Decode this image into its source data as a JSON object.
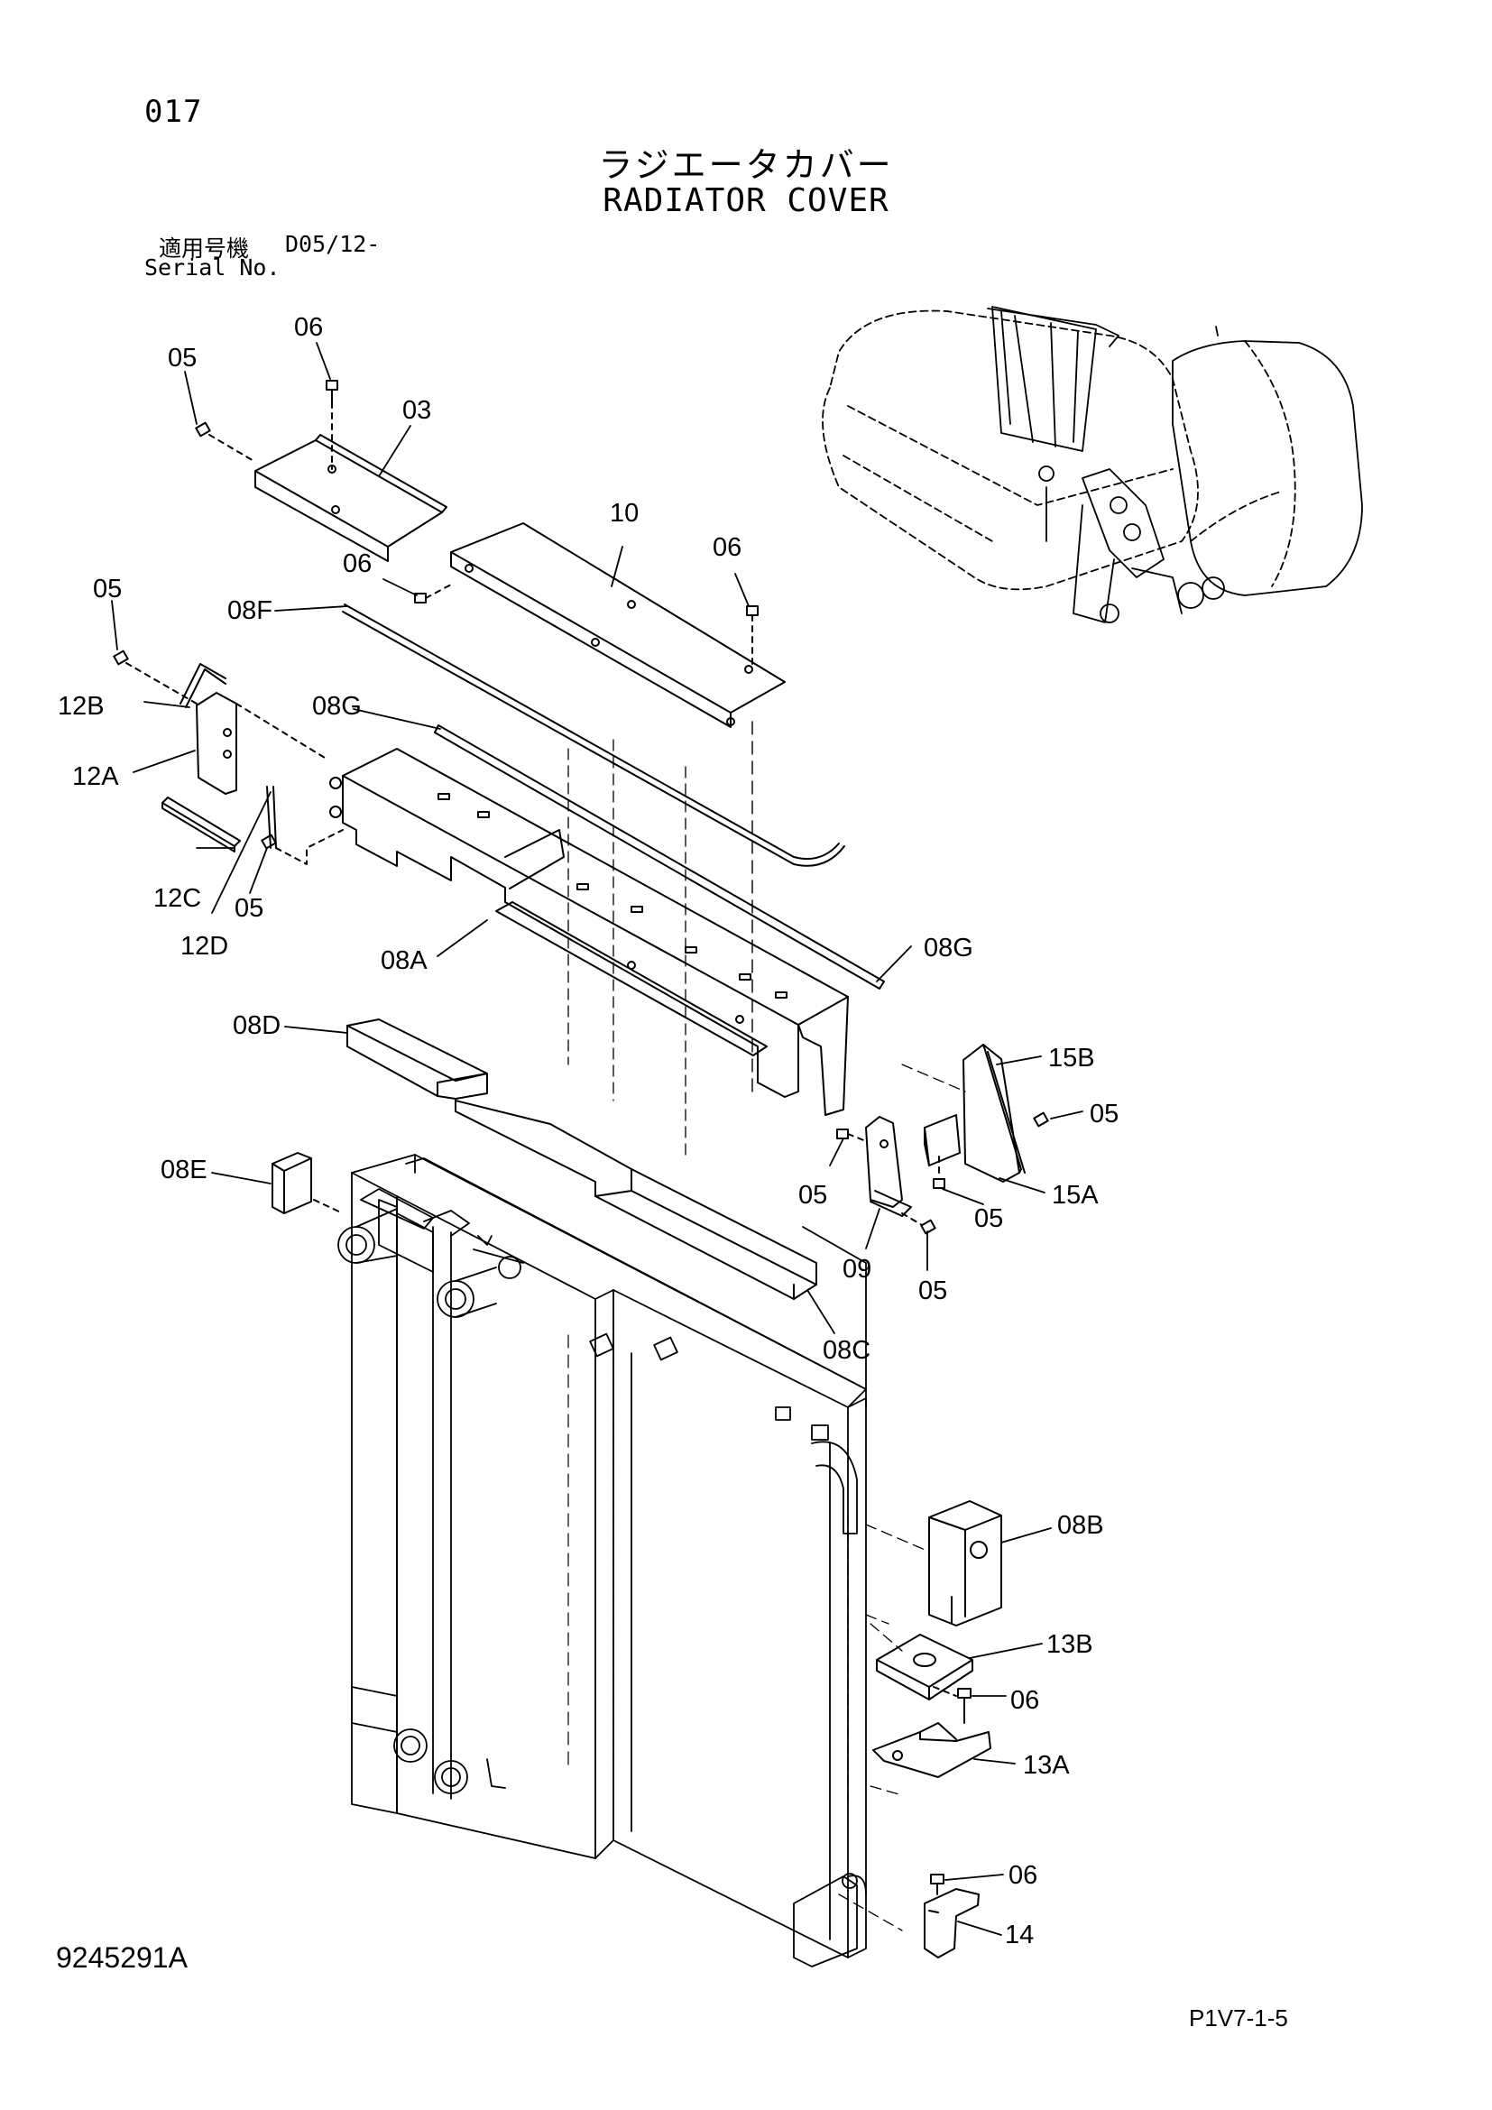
{
  "header": {
    "page_number": "017",
    "title_jp": "ラジエータカバー",
    "title_en": "RADIATOR COVER",
    "serial_label_jp": "適用号機",
    "serial_value": "D05/12-",
    "serial_label_en": "Serial No."
  },
  "footer": {
    "document_id": "9245291A",
    "page_ref": "P1V7-1-5"
  },
  "callouts": {
    "c06_top": "06",
    "c05_top": "05",
    "c03": "03",
    "c10": "10",
    "c06_mid_l": "06",
    "c06_mid_r": "06",
    "c05_left": "05",
    "c08F": "08F",
    "c12B": "12B",
    "c08G_top": "08G",
    "c12A": "12A",
    "c12C": "12C",
    "c05_12": "05",
    "c12D": "12D",
    "c08A": "08A",
    "c08G_right": "08G",
    "c08D": "08D",
    "c15B": "15B",
    "c05_15": "05",
    "c05_09": "05",
    "c15A": "15A",
    "c08E": "08E",
    "c05_09b": "05",
    "c09": "09",
    "c05_09c": "05",
    "c08C": "08C",
    "c08B": "08B",
    "c13B": "13B",
    "c06_13": "06",
    "c13A": "13A",
    "c06_14": "06",
    "c14": "14"
  }
}
